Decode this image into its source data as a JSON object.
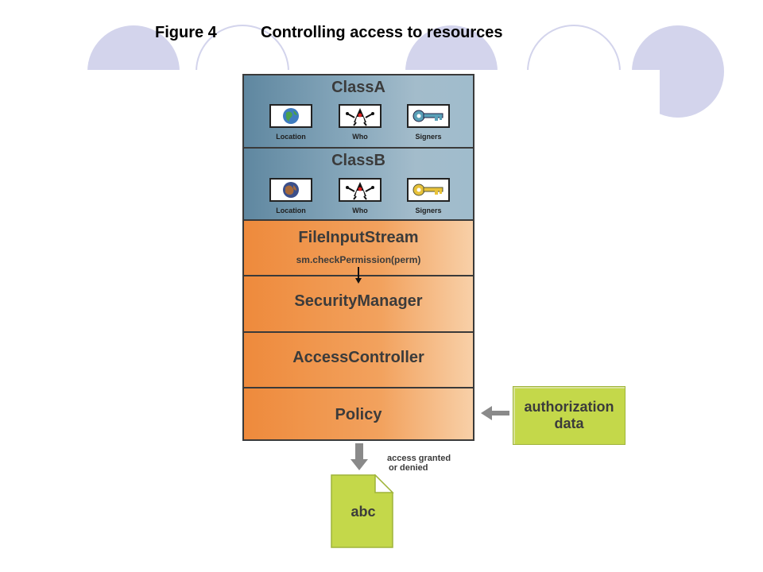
{
  "title": {
    "figure": "Figure 4",
    "text": "Controlling access to resources"
  },
  "classes": [
    {
      "name": "ClassA",
      "labels": [
        "Location",
        "Who",
        "Signers"
      ],
      "icons": [
        "globe-icon",
        "duke-icon",
        "key-icon"
      ]
    },
    {
      "name": "ClassB",
      "labels": [
        "Location",
        "Who",
        "Signers"
      ],
      "icons": [
        "globe-icon",
        "duke-icon",
        "key-icon"
      ]
    }
  ],
  "layers": {
    "file_input_stream": "FileInputStream",
    "check_call": "sm.checkPermission(perm)",
    "security_manager": "SecurityManager",
    "access_controller": "AccessController",
    "policy": "Policy"
  },
  "authorization": {
    "line1": "authorization",
    "line2": "data"
  },
  "result_note": {
    "line1": "access granted",
    "line2": "or denied"
  },
  "resource_label": "abc",
  "colors": {
    "class_band": "#7a9db3",
    "layer_band": "#f09448",
    "auth_box": "#c4d84a",
    "deco_circle": "#d3d4ec"
  }
}
